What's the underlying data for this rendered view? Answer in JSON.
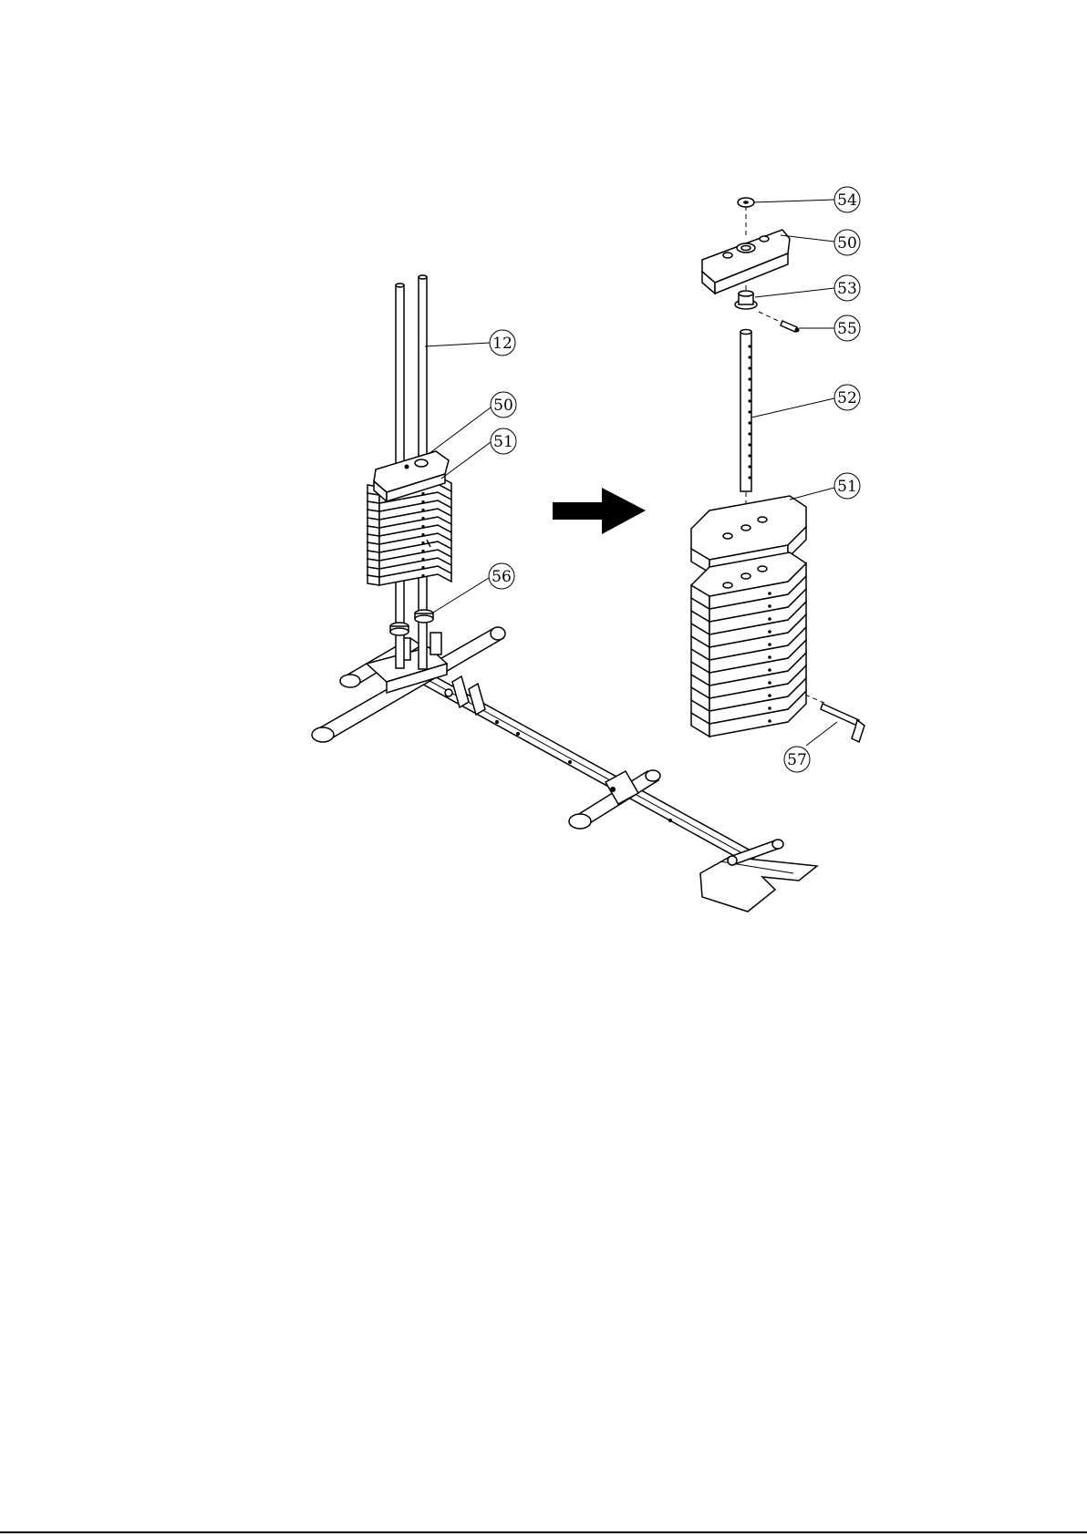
{
  "diagram": {
    "callouts": {
      "left": [
        {
          "id": "12",
          "label": "12"
        },
        {
          "id": "50",
          "label": "50"
        },
        {
          "id": "51",
          "label": "51"
        },
        {
          "id": "56",
          "label": "56"
        }
      ],
      "right": [
        {
          "id": "54",
          "label": "54"
        },
        {
          "id": "50",
          "label": "50"
        },
        {
          "id": "53",
          "label": "53"
        },
        {
          "id": "55",
          "label": "55"
        },
        {
          "id": "52",
          "label": "52"
        },
        {
          "id": "51",
          "label": "51"
        },
        {
          "id": "57",
          "label": "57"
        }
      ]
    },
    "arrow_color": "#000000",
    "line_color": "#000000"
  }
}
